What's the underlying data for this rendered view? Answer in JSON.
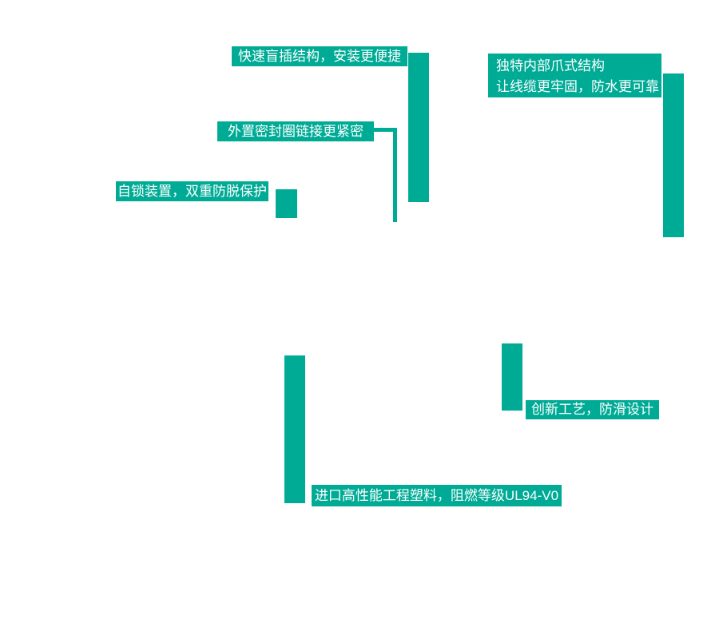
{
  "theme": {
    "accent_color": "#00AB96",
    "label_text_color": "#FFFFFF",
    "background_color": "#FFFFFF"
  },
  "callouts": {
    "blind_insert": {
      "label": "快速盲插结构，安装更便捷"
    },
    "claw_structure": {
      "line1": "独特内部爪式结构",
      "line2": "让线缆更牢固，防水更可靠"
    },
    "seal_ring": {
      "label": "外置密封圈链接更紧密"
    },
    "self_lock": {
      "label": "自锁装置，双重防脱保护"
    },
    "anti_slip": {
      "label": "创新工艺，防滑设计"
    },
    "material": {
      "label": "进口高性能工程塑料，阻燃等级UL94-V0"
    }
  }
}
